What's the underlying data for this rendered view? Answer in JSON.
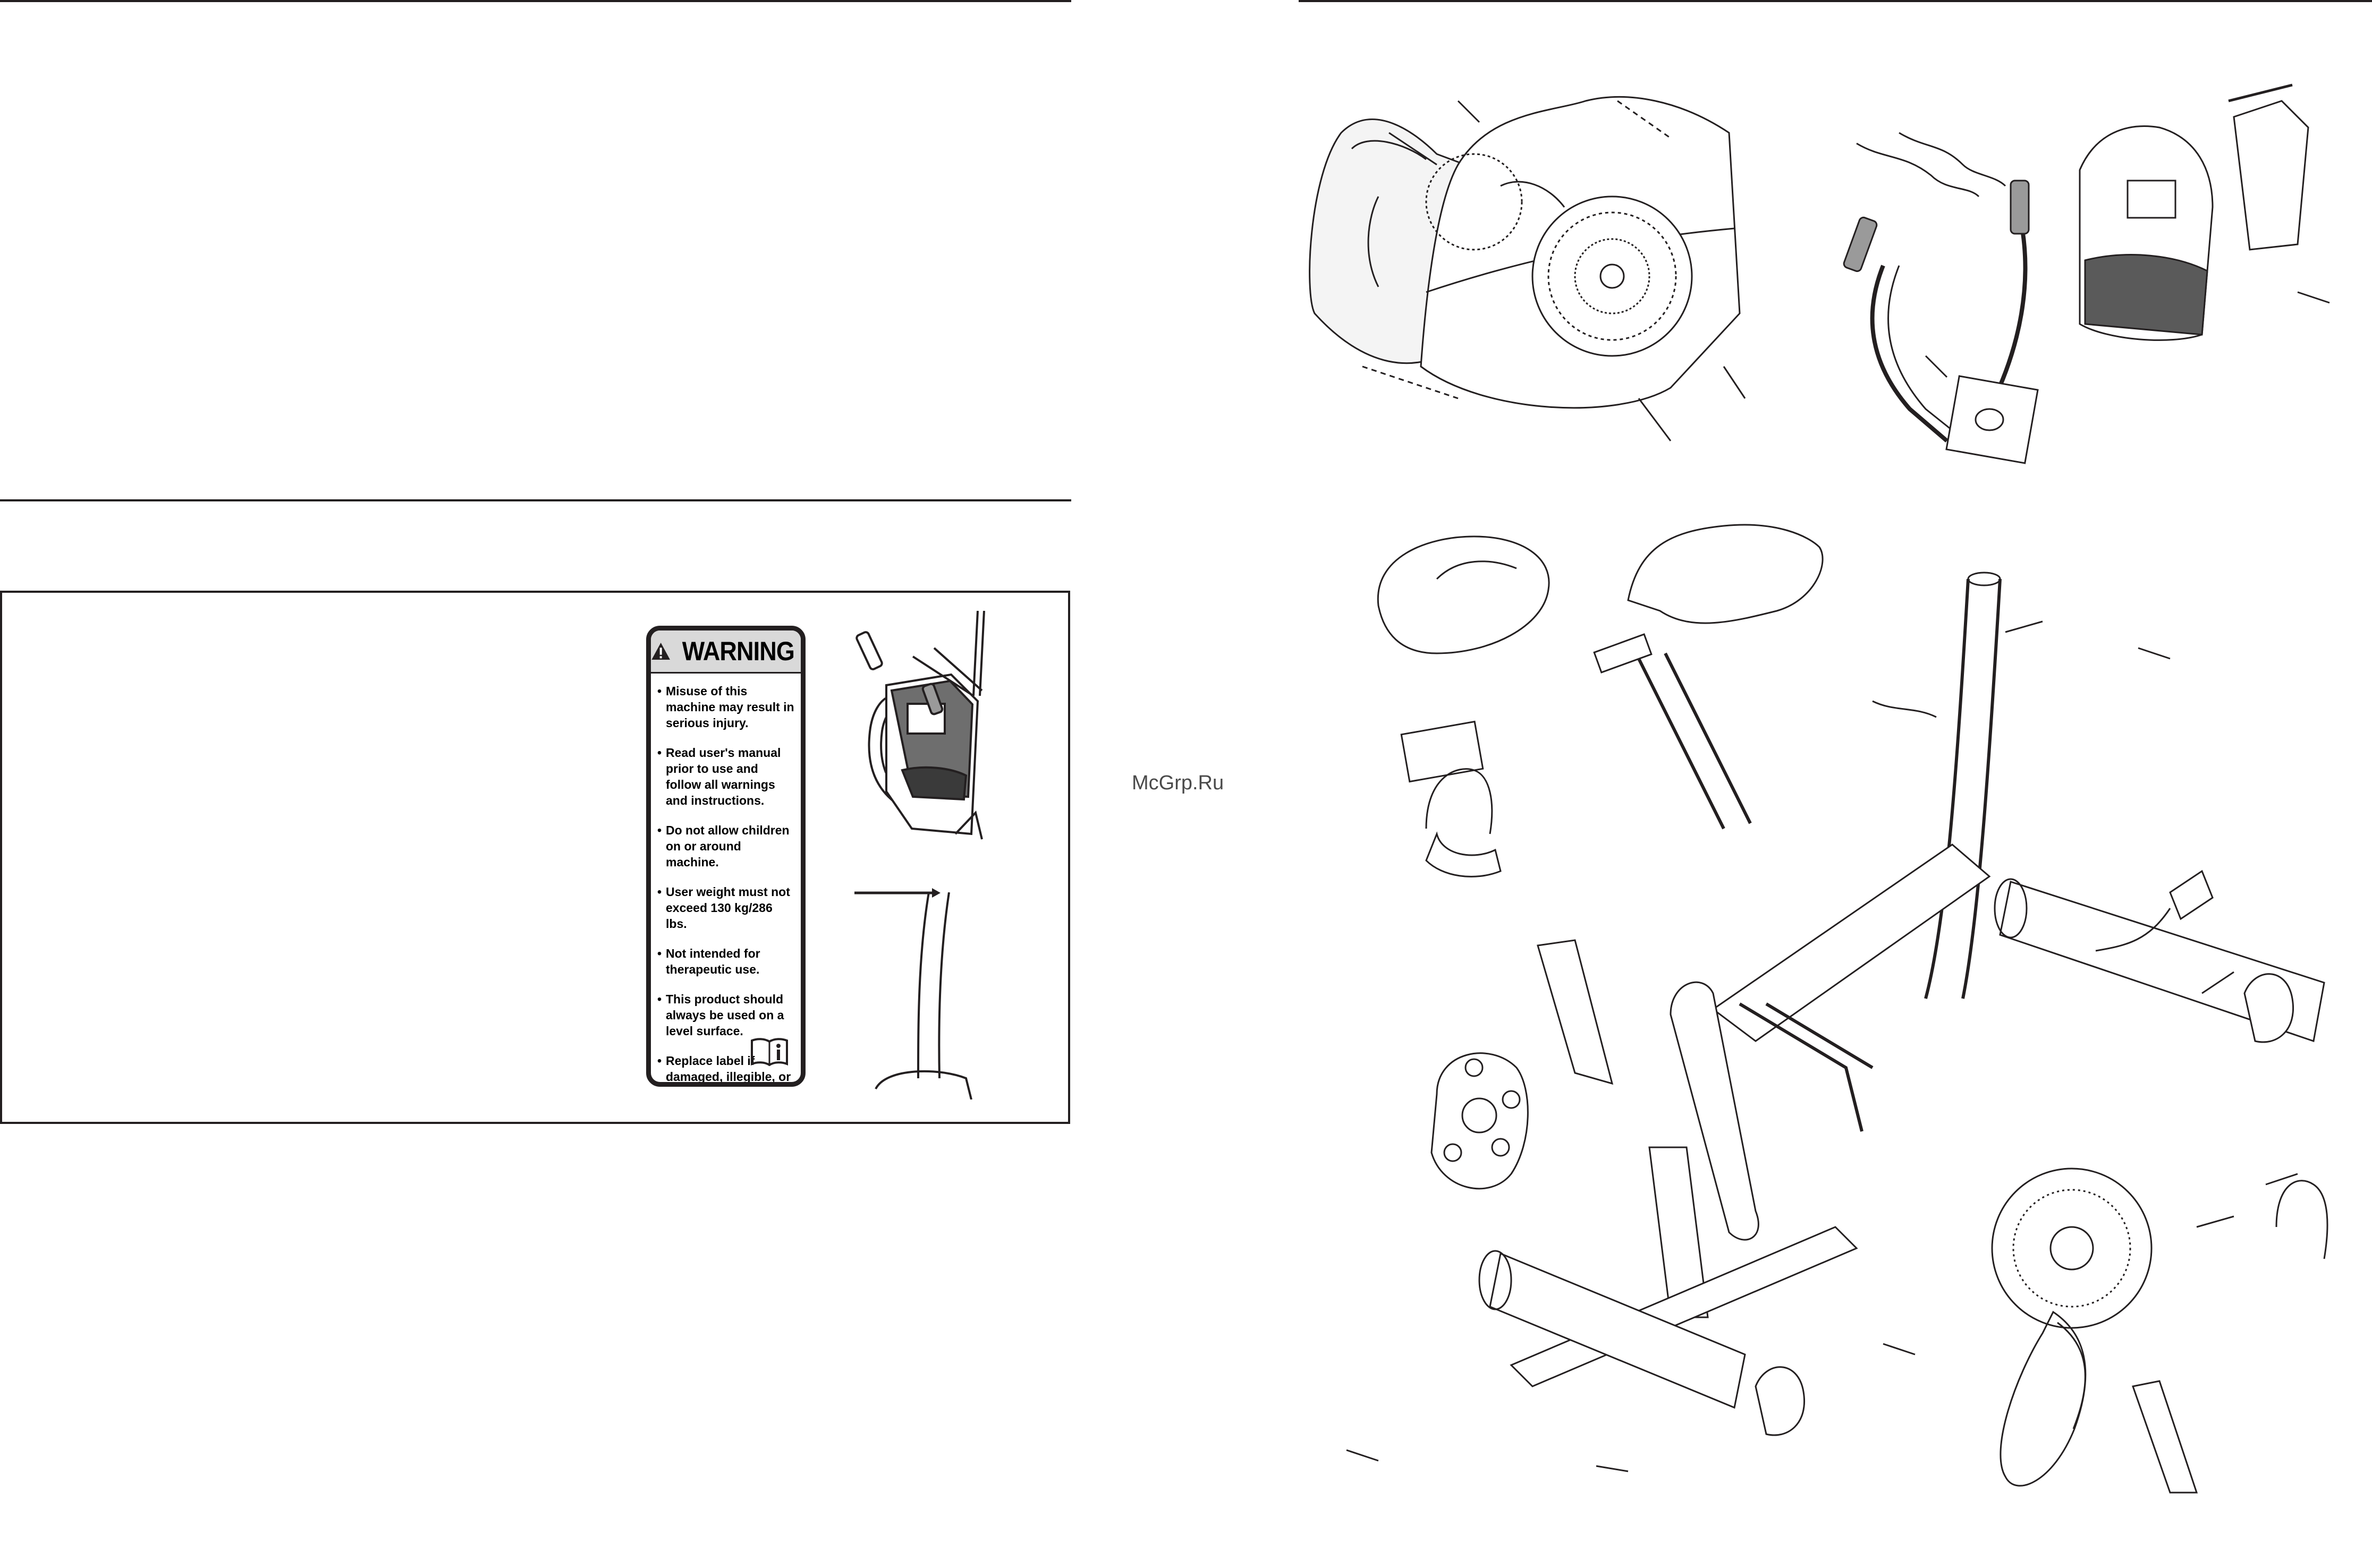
{
  "warning_label": {
    "title": "WARNING",
    "items": [
      "Misuse of this machine may result in serious injury.",
      "Read user's manual prior to use and follow all warnings and instructions.",
      "Do not allow children on or around machine.",
      "User weight must not exceed 130 kg/286 lbs.",
      "Not intended for therapeutic use.",
      "This product should always be used on a level surface.",
      "Replace label if damaged, illegible, or removed."
    ],
    "icons": [
      "warning-triangle-icon",
      "manual-info-icon"
    ]
  },
  "watermark": {
    "text": "McGrp.Ru"
  },
  "colors": {
    "ink": "#231f20",
    "header_fill": "#d9d9d9",
    "watermark": "#4a4a4a"
  }
}
